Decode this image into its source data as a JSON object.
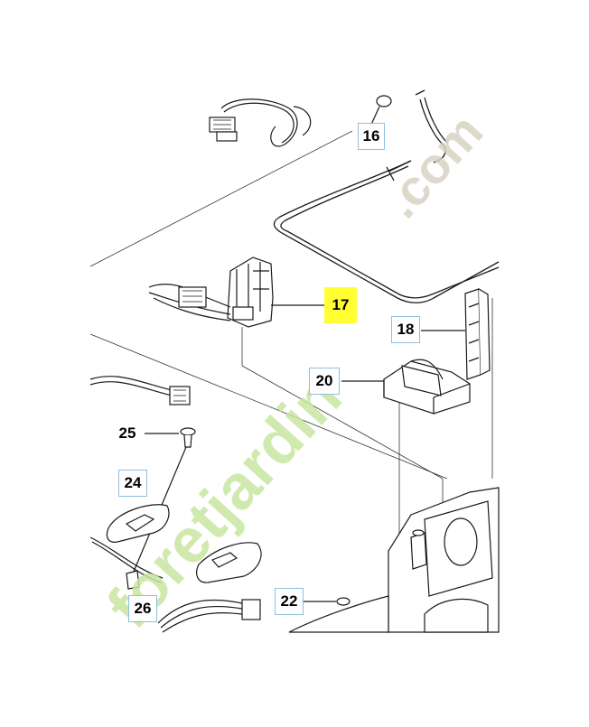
{
  "diagram": {
    "callouts": [
      {
        "id": "16",
        "label": "16"
      },
      {
        "id": "17",
        "label": "17",
        "highlighted": true
      },
      {
        "id": "18",
        "label": "18"
      },
      {
        "id": "20",
        "label": "20"
      },
      {
        "id": "22",
        "label": "22"
      },
      {
        "id": "24",
        "label": "24"
      },
      {
        "id": "25",
        "label": "25"
      },
      {
        "id": "26",
        "label": "26"
      }
    ],
    "watermark": "foretjardin.com",
    "colors": {
      "line": "#1a1a1a",
      "callout_border": "#8fbfe0",
      "highlight": "#ffff33",
      "watermark_green": "#c8e6a0",
      "watermark_brown": "#d9d2c4"
    }
  }
}
